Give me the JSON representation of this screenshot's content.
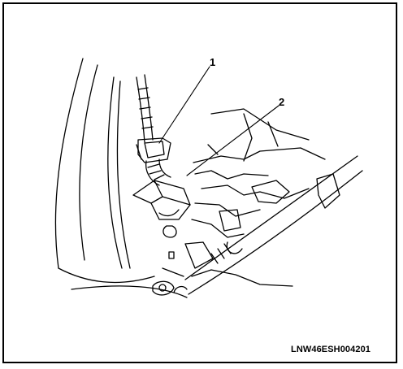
{
  "callouts": [
    {
      "number": "1"
    },
    {
      "number": "2"
    }
  ],
  "figure_code": "LNW46ESH004201",
  "colors": {
    "line": "#000000",
    "background": "#ffffff"
  }
}
